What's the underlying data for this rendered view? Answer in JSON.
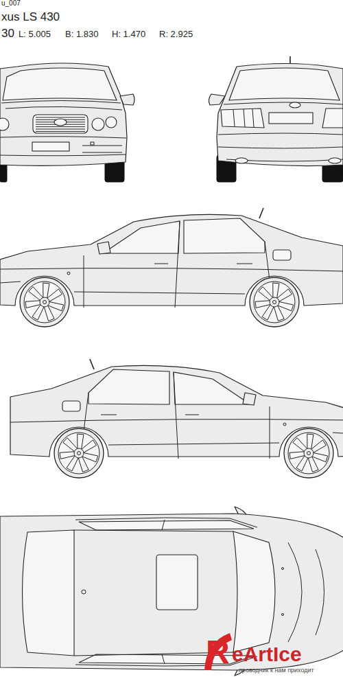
{
  "diagram": {
    "title": "xus LS 430",
    "labels": [
      "u_007",
      "30",
      "L: 5.005",
      "B: 1.830",
      "H: 1.470",
      "R: 2.925",
      "R",
      "eArtIce",
      "проводник к нам приходит"
    ]
  }
}
